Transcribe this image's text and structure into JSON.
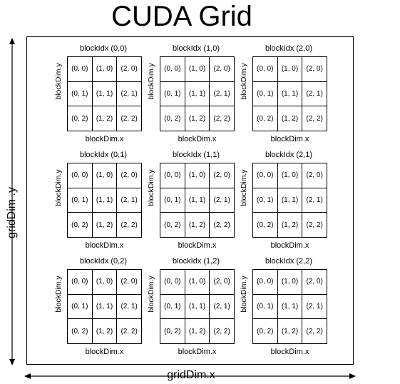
{
  "title": "CUDA Grid",
  "grid_x_label": "gridDim.x",
  "grid_y_label": "gridDim .y",
  "block_x_label": "blockDim.x",
  "block_y_label": "blockDim.y",
  "blocks": [
    {
      "label": "blockIdx (0,0)"
    },
    {
      "label": "blockIdx (1,0)"
    },
    {
      "label": "blockIdx (2,0)"
    },
    {
      "label": "blockIdx (0,1)"
    },
    {
      "label": "blockIdx (1,1)"
    },
    {
      "label": "blockIdx (2,1)"
    },
    {
      "label": "blockIdx (0,2)"
    },
    {
      "label": "blockIdx (1,2)"
    },
    {
      "label": "blockIdx (2,2)"
    }
  ],
  "threads": [
    [
      "(0, 0)",
      "(1, 0)",
      "(2, 0)"
    ],
    [
      "(0, 1)",
      "(1, 1)",
      "(2, 1)"
    ],
    [
      "(0, 2)",
      "(1, 2)",
      "(2, 2)"
    ]
  ]
}
